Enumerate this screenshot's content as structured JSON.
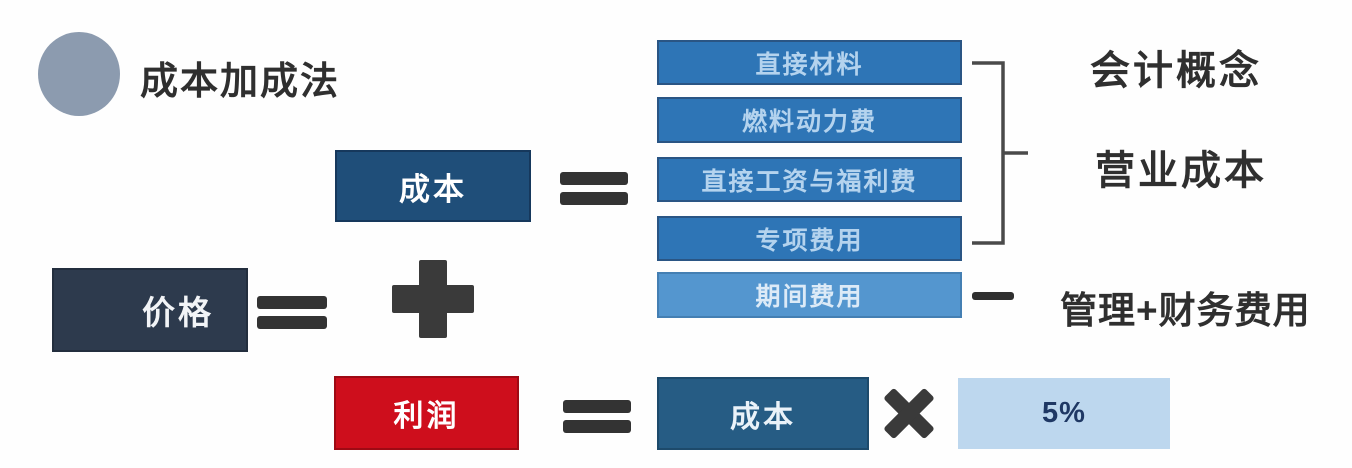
{
  "header": {
    "title": "成本加成法"
  },
  "price_equation": {
    "price": "价格",
    "equals": "=",
    "plus": "+"
  },
  "cost_equation": {
    "cost": "成本",
    "equals": "=",
    "components": [
      {
        "label": "直接材料"
      },
      {
        "label": "燃料动力费"
      },
      {
        "label": "直接工资与福利费"
      },
      {
        "label": "专项费用"
      },
      {
        "label": "期间费用"
      }
    ]
  },
  "annotations": {
    "accounting_concept": "会计概念",
    "operating_cost": "营业成本",
    "dash": "—",
    "period_expense_note": "管理+财务费用"
  },
  "profit_equation": {
    "profit": "利润",
    "equals": "=",
    "cost": "成本",
    "multiply": "×",
    "markup_rate": "5%"
  },
  "colors": {
    "bullet_circle": "#8C9BAF",
    "heading_text": "#2F2F2F",
    "cost_box": "#1F4E79",
    "price_box": "#2D3A4D",
    "component_box": "#2E75B6",
    "component_text": "#B4D3EE",
    "period_expense_box": "#5496CF",
    "profit_box": "#CE0E1C",
    "cost_box_bottom": "#265C84",
    "markup_box": "#BDD7EE",
    "markup_text": "#1F3864",
    "operator": "#3A3A3A"
  }
}
